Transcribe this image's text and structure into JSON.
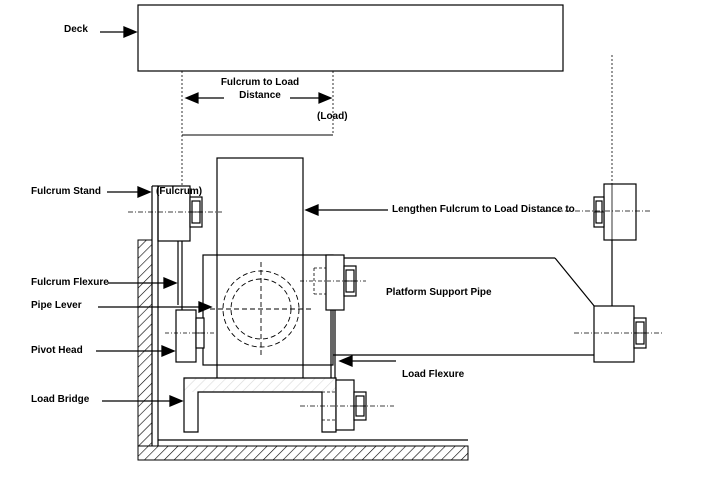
{
  "labels": {
    "deck": "Deck",
    "fulcrum_to_load_line1": "Fulcrum to Load",
    "fulcrum_to_load_line2": "Distance",
    "load": "(Load)",
    "fulcrum": "(Fulcrum)",
    "fulcrum_stand": "Fulcrum Stand",
    "lengthen": "Lengthen Fulcrum to Load Distance to",
    "fulcrum_flexure": "Fulcrum Flexure",
    "platform_support_pipe": "Platform Support Pipe",
    "pipe_lever": "Pipe Lever",
    "pivot_head": "Pivot Head",
    "load_flexure": "Load Flexure",
    "load_bridge": "Load Bridge"
  },
  "colors": {
    "line": "#000000",
    "background": "#ffffff"
  }
}
